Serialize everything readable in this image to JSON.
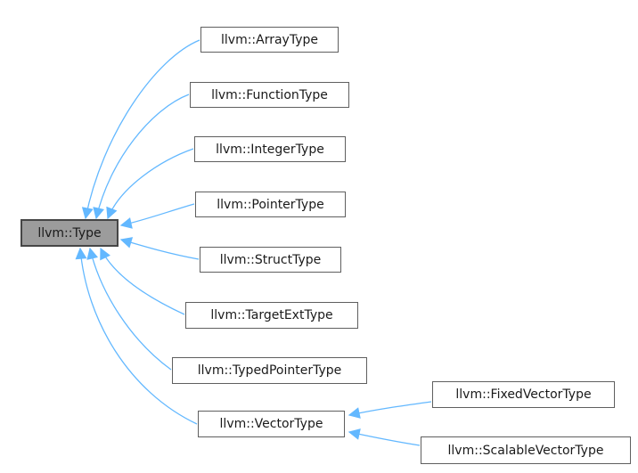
{
  "diagram": {
    "type": "class-inheritance-graph",
    "base_class": "llvm::Type",
    "nodes": [
      {
        "id": "type",
        "label": "llvm::Type",
        "role": "base"
      },
      {
        "id": "array-type",
        "label": "llvm::ArrayType",
        "role": "derived"
      },
      {
        "id": "function-type",
        "label": "llvm::FunctionType",
        "role": "derived"
      },
      {
        "id": "integer-type",
        "label": "llvm::IntegerType",
        "role": "derived"
      },
      {
        "id": "pointer-type",
        "label": "llvm::PointerType",
        "role": "derived"
      },
      {
        "id": "struct-type",
        "label": "llvm::StructType",
        "role": "derived"
      },
      {
        "id": "target-ext-type",
        "label": "llvm::TargetExtType",
        "role": "derived"
      },
      {
        "id": "typed-pointer-type",
        "label": "llvm::TypedPointerType",
        "role": "derived"
      },
      {
        "id": "vector-type",
        "label": "llvm::VectorType",
        "role": "derived"
      },
      {
        "id": "fixed-vector-type",
        "label": "llvm::FixedVectorType",
        "role": "derived"
      },
      {
        "id": "scalable-vector-type",
        "label": "llvm::ScalableVectorType",
        "role": "derived"
      }
    ],
    "edges": [
      {
        "from": "llvm::ArrayType",
        "to": "llvm::Type"
      },
      {
        "from": "llvm::FunctionType",
        "to": "llvm::Type"
      },
      {
        "from": "llvm::IntegerType",
        "to": "llvm::Type"
      },
      {
        "from": "llvm::PointerType",
        "to": "llvm::Type"
      },
      {
        "from": "llvm::StructType",
        "to": "llvm::Type"
      },
      {
        "from": "llvm::TargetExtType",
        "to": "llvm::Type"
      },
      {
        "from": "llvm::TypedPointerType",
        "to": "llvm::Type"
      },
      {
        "from": "llvm::VectorType",
        "to": "llvm::Type"
      },
      {
        "from": "llvm::FixedVectorType",
        "to": "llvm::VectorType"
      },
      {
        "from": "llvm::ScalableVectorType",
        "to": "llvm::VectorType"
      }
    ],
    "colors": {
      "arrow": "#63b8ff",
      "base_node_fill": "#9c9c9c",
      "base_node_border": "#464646",
      "node_fill": "#ffffff",
      "node_border": "#5f5f5f",
      "text": "#1a1a1a",
      "background": "#ffffff"
    }
  }
}
